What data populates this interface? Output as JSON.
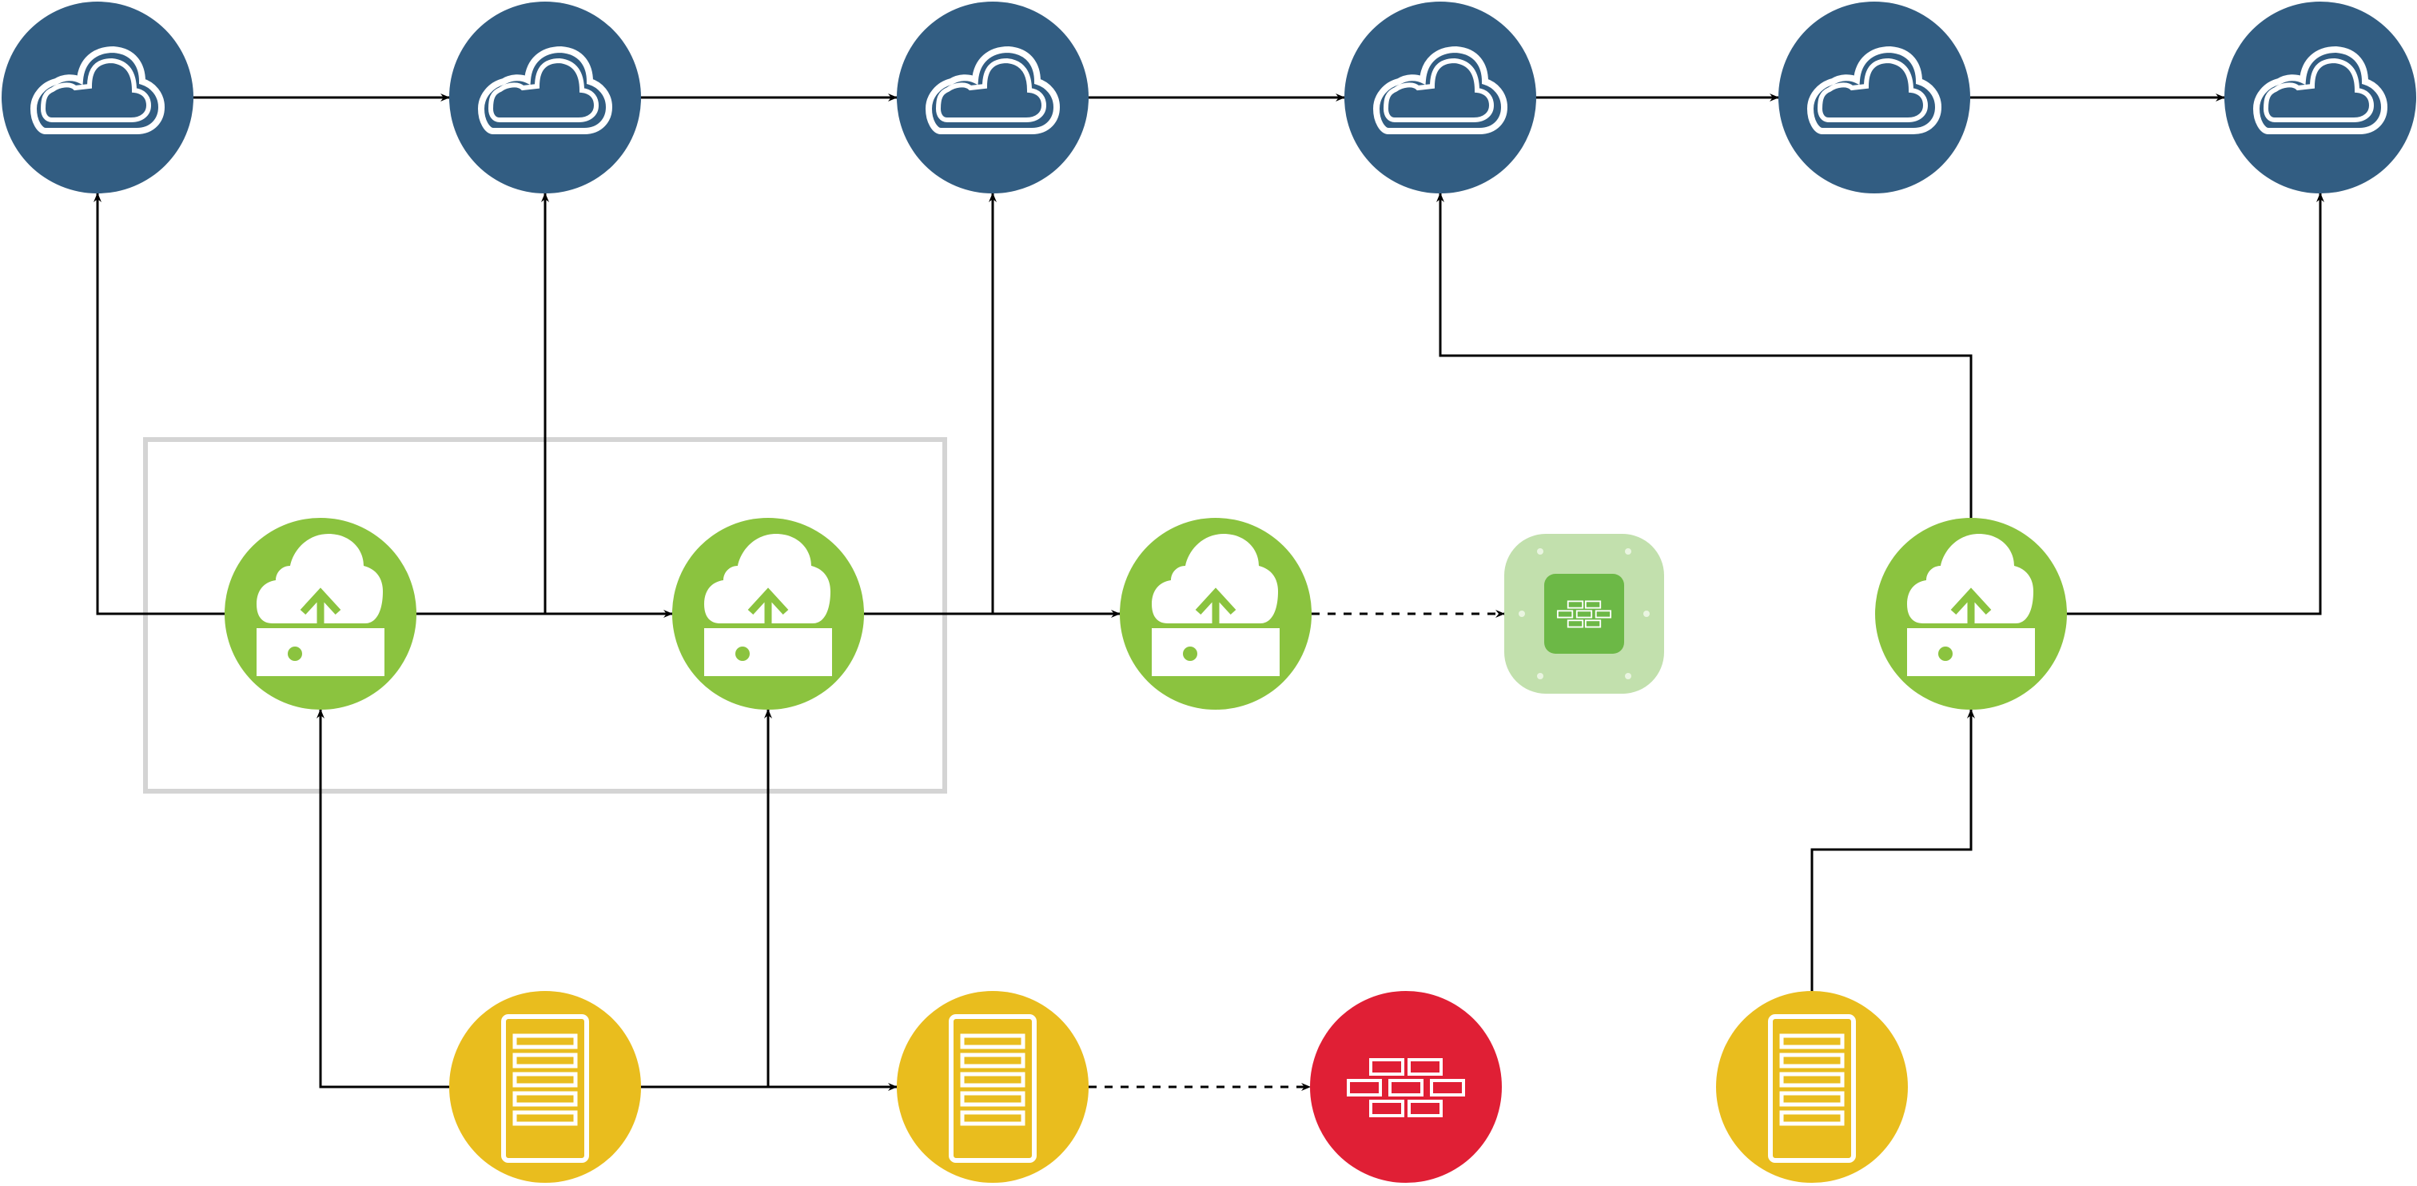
{
  "diagram": {
    "colors": {
      "cloud": "#325d82",
      "gateway": "#8bc33f",
      "server": "#e9bd1e",
      "firewall": "#e01f35",
      "firewall_pale": "#c2e0ad",
      "firewall_inner": "#6cb846",
      "group_border": "#d4d4d4",
      "edge": "#000000",
      "glyph": "#ffffff"
    },
    "groups": [
      {
        "id": "group-gateways",
        "nodes": [
          "gw1",
          "gw2"
        ]
      }
    ],
    "nodes": [
      {
        "id": "cloud1",
        "kind": "cloud",
        "icon": "cloud-icon"
      },
      {
        "id": "cloud2",
        "kind": "cloud",
        "icon": "cloud-icon"
      },
      {
        "id": "cloud3",
        "kind": "cloud",
        "icon": "cloud-icon"
      },
      {
        "id": "cloud4",
        "kind": "cloud",
        "icon": "cloud-icon"
      },
      {
        "id": "cloud5",
        "kind": "cloud",
        "icon": "cloud-icon"
      },
      {
        "id": "cloud6",
        "kind": "cloud",
        "icon": "cloud-icon"
      },
      {
        "id": "gw1",
        "kind": "gateway",
        "icon": "cloud-upload-server-icon"
      },
      {
        "id": "gw2",
        "kind": "gateway",
        "icon": "cloud-upload-server-icon"
      },
      {
        "id": "gw3",
        "kind": "gateway",
        "icon": "cloud-upload-server-icon"
      },
      {
        "id": "gw4",
        "kind": "gateway",
        "icon": "cloud-upload-server-icon"
      },
      {
        "id": "fw-green",
        "kind": "firewall-pale",
        "icon": "firewall-icon"
      },
      {
        "id": "srv1",
        "kind": "server",
        "icon": "server-rack-icon"
      },
      {
        "id": "srv2",
        "kind": "server",
        "icon": "server-rack-icon"
      },
      {
        "id": "srv3",
        "kind": "server",
        "icon": "server-rack-icon"
      },
      {
        "id": "fw-red",
        "kind": "firewall",
        "icon": "firewall-icon"
      }
    ],
    "edges": [
      {
        "from": "cloud1",
        "to": "cloud2",
        "style": "solid"
      },
      {
        "from": "cloud2",
        "to": "cloud3",
        "style": "solid"
      },
      {
        "from": "cloud3",
        "to": "cloud4",
        "style": "solid"
      },
      {
        "from": "cloud4",
        "to": "cloud5",
        "style": "solid"
      },
      {
        "from": "cloud5",
        "to": "cloud6",
        "style": "solid"
      },
      {
        "from": "gw1",
        "to": "cloud1",
        "style": "solid"
      },
      {
        "from": "gw1",
        "to": "cloud2",
        "style": "solid"
      },
      {
        "from": "gw1",
        "to": "gw2",
        "style": "solid"
      },
      {
        "from": "gw2",
        "to": "cloud3",
        "style": "solid"
      },
      {
        "from": "gw2",
        "to": "gw3",
        "style": "solid"
      },
      {
        "from": "gw3",
        "to": "fw-green",
        "style": "dashed"
      },
      {
        "from": "gw4",
        "to": "cloud4",
        "style": "solid"
      },
      {
        "from": "gw4",
        "to": "cloud6",
        "style": "solid"
      },
      {
        "from": "srv1",
        "to": "gw1",
        "style": "solid"
      },
      {
        "from": "srv1",
        "to": "gw2",
        "style": "solid"
      },
      {
        "from": "srv1",
        "to": "srv2",
        "style": "solid"
      },
      {
        "from": "srv2",
        "to": "fw-red",
        "style": "dashed"
      },
      {
        "from": "srv3",
        "to": "gw4",
        "style": "solid"
      }
    ]
  }
}
